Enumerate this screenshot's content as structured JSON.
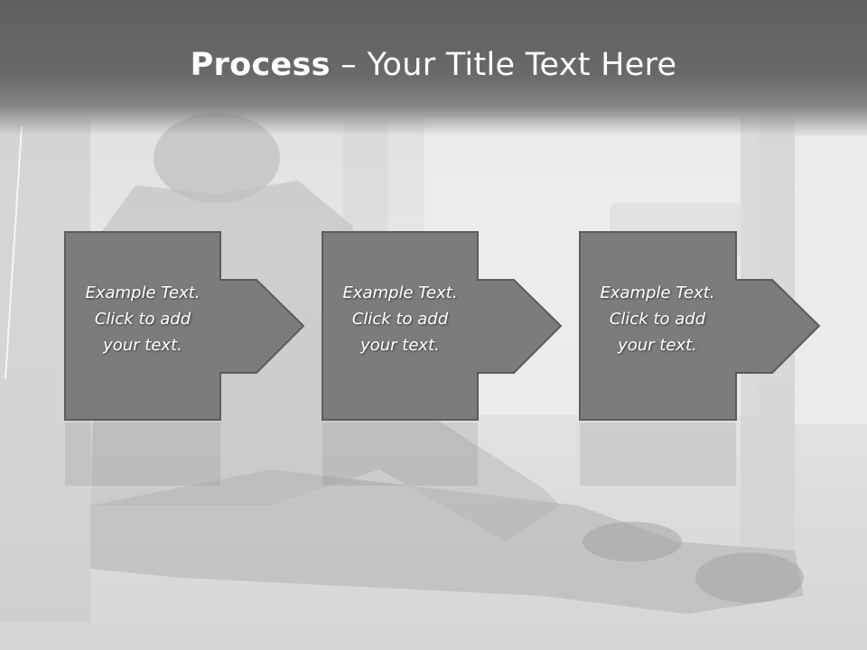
{
  "slide": {
    "title_bold": "Process",
    "title_rest": " – Your Title Text Here"
  },
  "steps": [
    {
      "text": "Example Text.\nClick  to add\nyour text."
    },
    {
      "text": "Example Text.\nClick  to add\nyour text."
    },
    {
      "text": "Example Text.\nClick  to add\nyour text."
    }
  ],
  "colors": {
    "box_fill": "#7b7c7c",
    "box_stroke": "#5b5c5c",
    "title_bar": "#636464",
    "text": "#ffffff"
  }
}
